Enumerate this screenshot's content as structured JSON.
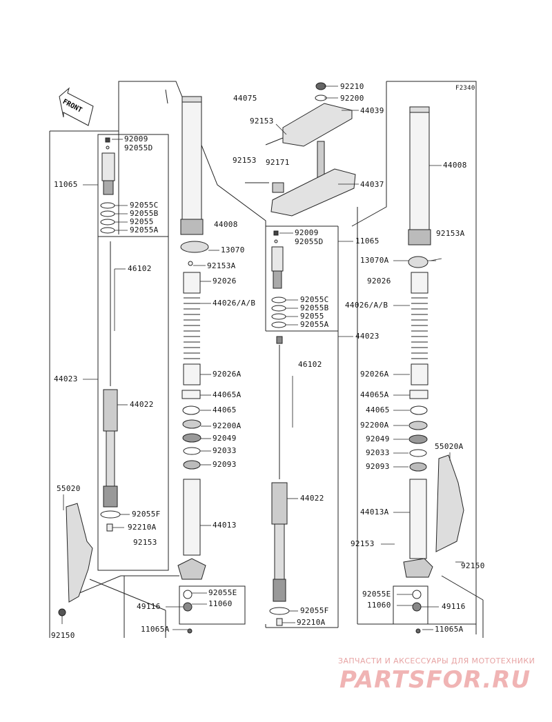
{
  "figure_code": "F2340",
  "front_label": "FRONT",
  "watermark": {
    "line1": "ЗАПЧАСТИ И АКСЕССУАРЫ ДЛЯ МОТОТЕХНИКИ",
    "line2": "PARTSFOR.RU"
  },
  "callouts": {
    "c92210_top": "92210",
    "c92200_top": "92200",
    "c44075": "44075",
    "c44039": "44039",
    "c92153_top": "92153",
    "c92153_mid": "92153",
    "c92171": "92171",
    "c44037": "44037",
    "l92009": "92009",
    "l92055D": "92055D",
    "l11065": "11065",
    "l92055C": "92055C",
    "l92055B": "92055B",
    "l92055": "92055",
    "l92055A": "92055A",
    "l46102": "46102",
    "l44023": "44023",
    "l44022": "44022",
    "l92055F": "92055F",
    "l92210A": "92210A",
    "l92153": "92153",
    "l55020": "55020",
    "l92150": "92150",
    "c44008": "44008",
    "c13070": "13070",
    "c92153A": "92153A",
    "c92026": "92026",
    "c44026": "44026/A/B",
    "c92026A": "92026A",
    "c44065A": "44065A",
    "c44065": "44065",
    "c92200A": "92200A",
    "c92049": "92049",
    "c92033": "92033",
    "c92093": "92093",
    "c44013": "44013",
    "c92055E": "92055E",
    "c49116": "49116",
    "c11060": "11060",
    "c11065A": "11065A",
    "m92009": "92009",
    "m92055D": "92055D",
    "m11065": "11065",
    "m92055C": "92055C",
    "m92055B": "92055B",
    "m92055": "92055",
    "m92055A": "92055A",
    "m44023": "44023",
    "m46102": "46102",
    "m44022": "44022",
    "m92055F": "92055F",
    "m92210A": "92210A",
    "r44008": "44008",
    "r92153A": "92153A",
    "r13070A": "13070A",
    "r92026": "92026",
    "r44026": "44026/A/B",
    "r92026A": "92026A",
    "r44065A": "44065A",
    "r44065": "44065",
    "r92200A": "92200A",
    "r92049": "92049",
    "r92033": "92033",
    "r92093": "92093",
    "r55020A": "55020A",
    "r44013A": "44013A",
    "r92153": "92153",
    "r92150": "92150",
    "r92055E": "92055E",
    "r11060": "11060",
    "r49116": "49116",
    "r11065A": "11065A"
  }
}
